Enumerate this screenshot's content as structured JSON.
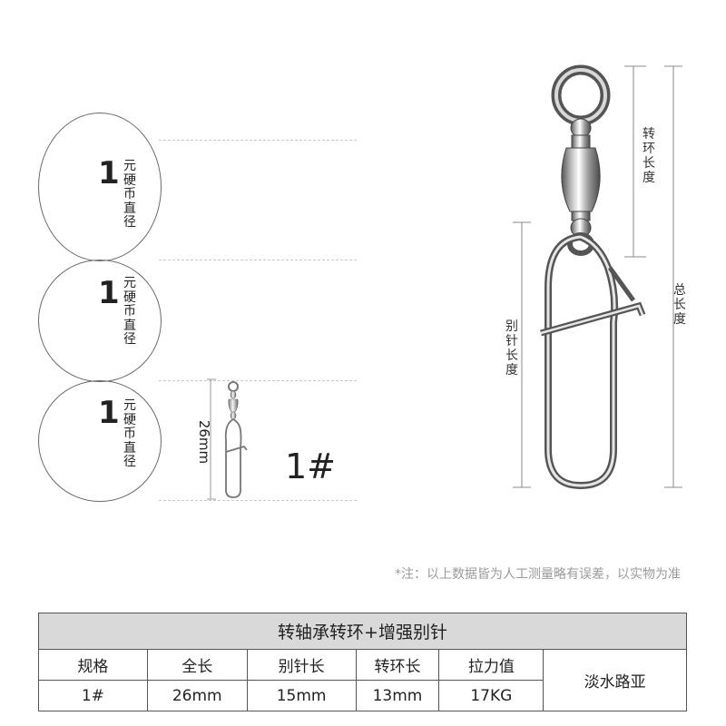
{
  "coin_label": {
    "number": "1",
    "chars": [
      "元",
      "硬",
      "币",
      "直",
      "径"
    ]
  },
  "size_mark": "1#",
  "small_length_label": "26mm",
  "dimension_labels": {
    "swivel_length": [
      "转",
      "环",
      "长",
      "度"
    ],
    "total_length": [
      "总",
      "长",
      "度"
    ],
    "pin_length": [
      "别",
      "针",
      "长",
      "度"
    ]
  },
  "note": "*注：以上数据皆为人工测量略有误差，以实物为准",
  "table": {
    "title": "转轴承转环+增强别针",
    "headers": [
      "规格",
      "全长",
      "别针长",
      "转环长",
      "拉力值"
    ],
    "values": [
      "1#",
      "26mm",
      "15mm",
      "13mm",
      "17KG"
    ],
    "side": "淡水路亚"
  }
}
